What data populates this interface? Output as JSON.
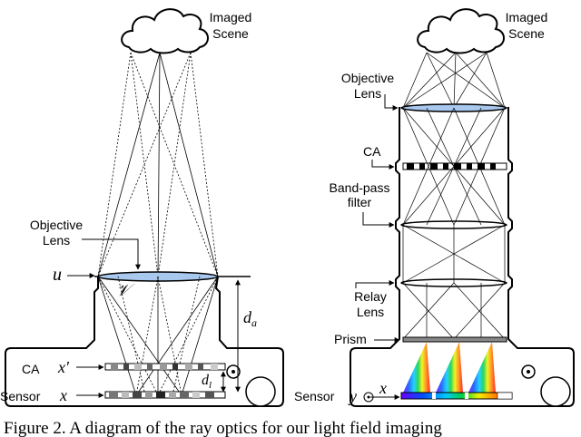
{
  "left_panel": {
    "scene_label": [
      "Imaged",
      "Scene"
    ],
    "objective_label": [
      "Objective",
      "Lens"
    ],
    "u": "u",
    "v": "𝒱",
    "da": "d",
    "da_sub": "a",
    "dl": "d",
    "dl_sub": "l",
    "ca_label": "CA",
    "sensor_label": "Sensor",
    "x_prime": "x′",
    "x": "x"
  },
  "right_panel": {
    "scene_label": [
      "Imaged",
      "Scene"
    ],
    "objective_label": [
      "Objective",
      "Lens"
    ],
    "ca_label": "CA",
    "bandpass_label": [
      "Band-pass",
      "filter"
    ],
    "relay_label": [
      "Relay",
      "Lens"
    ],
    "prism_label": "Prism",
    "sensor_label": "Sensor",
    "y": "y",
    "x": "x"
  },
  "caption": "Figure 2. A diagram of the ray optics for our light field imaging"
}
